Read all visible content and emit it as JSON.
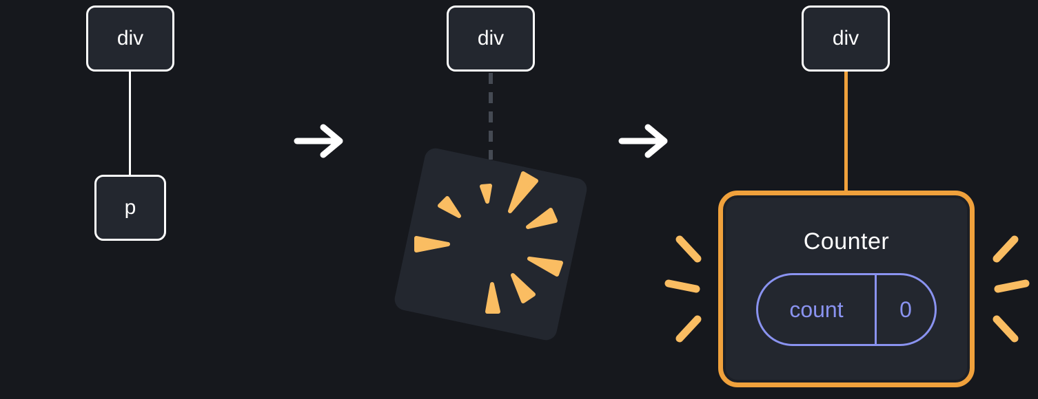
{
  "colors": {
    "background": "#16181d",
    "node_fill": "#23272f",
    "node_border": "#ffffff",
    "text": "#ffffff",
    "orange": "#f0a13c",
    "spark_orange": "#fabd62",
    "purple": "#8a93f0",
    "dashed_line": "#454a53"
  },
  "stages": [
    {
      "node": "div",
      "child": "p"
    },
    {
      "node": "div"
    },
    {
      "node": "div",
      "card": {
        "title": "Counter",
        "prop_name": "count",
        "prop_value": "0"
      }
    }
  ]
}
